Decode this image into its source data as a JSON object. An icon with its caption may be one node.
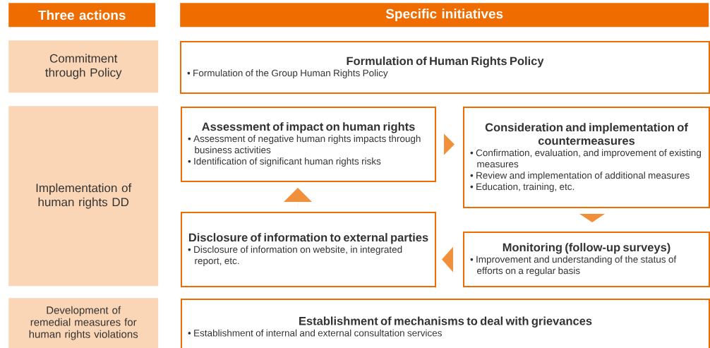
{
  "diagram": {
    "nodes": [
      {
        "text": [
          "Three actions"
        ]
      },
      {
        "text": [
          "Specific initiatives"
        ]
      },
      {
        "text": [
          "Commitment through Policy"
        ]
      },
      {
        "text": [
          "Formulation of Human Rights Policy",
          "• Formulation of the Group Human Rights Policy"
        ]
      },
      {
        "text": [
          "Implementation of human rights DD"
        ]
      },
      {
        "text": [
          "Assessment of impact on human rights",
          "• Assessment of negative human rights impacts through business activities",
          "• Identification of significant human rights risks"
        ]
      },
      {
        "text": [
          "Consideration and implementation of countermeasures",
          "• Confirmation, evaluation, and improvement of existing measures",
          "• Review and implementation of additional measures",
          "• Education, training, etc."
        ]
      },
      {
        "text": [
          "Monitoring (follow-up surveys)",
          "• Improvement and understanding of the status of efforts on a regular basis"
        ]
      },
      {
        "text": [
          "Disclosure of information to external parties",
          "• Disclosure of information on website, in integrated report, etc."
        ]
      },
      {
        "text": [
          "Development of remedial measures for human rights violations"
        ]
      },
      {
        "text": [
          "Establishment of mechanisms to deal with grievances",
          "• Establishment of internal and external consultation services"
        ]
      }
    ],
    "edges": [
      {
        "from": 5,
        "to": 6,
        "arrow": "to"
      },
      {
        "from": 6,
        "to": 7,
        "arrow": "to"
      },
      {
        "from": 7,
        "to": 8,
        "arrow": "to"
      },
      {
        "from": 8,
        "to": 5,
        "arrow": "to"
      }
    ]
  }
}
